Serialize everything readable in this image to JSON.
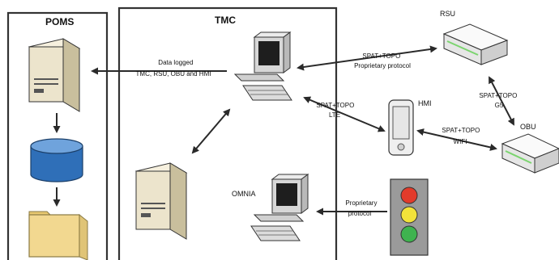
{
  "panels": {
    "poms": {
      "title": "POMS"
    },
    "tmc": {
      "title": "TMC"
    }
  },
  "devices": {
    "rsu": {
      "label": "RSU"
    },
    "hmi": {
      "label": "HMI"
    },
    "obu": {
      "label": "OBU"
    },
    "omnia": {
      "label": "OMNIA"
    }
  },
  "links": {
    "data_logged": [
      "Data logged",
      "TMC, RSU, OBU and HMI"
    ],
    "tmc_rsu": [
      "SPAT+TOPO",
      "Proprietary protocol"
    ],
    "tmc_hmi": [
      "SPAT+TOPO",
      "LTE"
    ],
    "rsu_obu": [
      "SPAT+TOPO",
      "G5"
    ],
    "hmi_obu": [
      "SPAT+TOPO",
      "WIFI"
    ],
    "signal_omnia": [
      "Proprietary",
      "protocol"
    ]
  },
  "colors": {
    "database": "#2f6fb8",
    "folder": "#f2d890",
    "monitor": "#d7d7d7",
    "server": "#ece4cc",
    "traffic_red": "#e23b2b",
    "traffic_yellow": "#f2e33a",
    "traffic_green": "#3fb34f",
    "traffic_body": "#9a9a9a",
    "device_body": "#f4f4f4",
    "device_accent": "#7bd46f"
  }
}
